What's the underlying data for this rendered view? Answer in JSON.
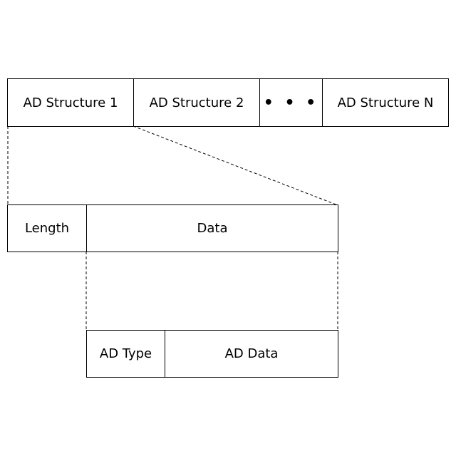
{
  "diagram": {
    "top_row": {
      "cells": [
        "AD Structure 1",
        "AD Structure 2",
        "• • •",
        "AD Structure N"
      ]
    },
    "middle_row": {
      "cells": [
        "Length",
        "Data"
      ]
    },
    "bottom_row": {
      "cells": [
        "AD Type",
        "AD Data"
      ]
    }
  }
}
